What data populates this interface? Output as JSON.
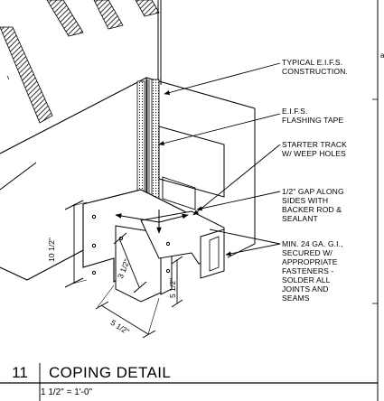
{
  "callouts": {
    "typical_eifs": "TYPICAL E.I.F.S.\nCONSTRUCTION.",
    "flashing_tape": "E.I.F.S.\nFLASHING TAPE",
    "starter_track": "STARTER TRACK\nW/ WEEP HOLES",
    "gap": "1/2\" GAP ALONG\nSIDES WITH\nBACKER ROD &\nSEALANT",
    "coping": "MIN. 24 GA. G.I.,\nSECURED W/\nAPPROPRIATE\nFASTENERS -\nSOLDER ALL\nJOINTS AND\nSEAMS"
  },
  "dimensions": {
    "height": "10 1/2\"",
    "diagonal": "3 1/2\"",
    "side": "5 1/2\"",
    "bottom": "5 1/2\""
  },
  "title_block": {
    "number": "11",
    "title": "COPING DETAIL",
    "scale": "1 1/2\" = 1'-0\""
  },
  "edge_marks": {
    "top_right": "a"
  }
}
